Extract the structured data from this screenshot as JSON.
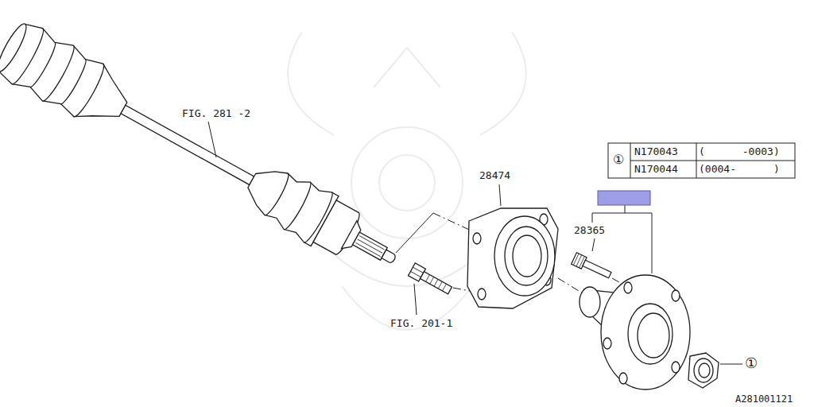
{
  "diagram": {
    "labels": [
      "FIG. 281 -2",
      "28474",
      "①",
      "N170043",
      "(      -0003)",
      "N170044",
      "(0004-      )",
      "28365",
      "FIG. 201-1",
      "①",
      "A281001121"
    ]
  }
}
